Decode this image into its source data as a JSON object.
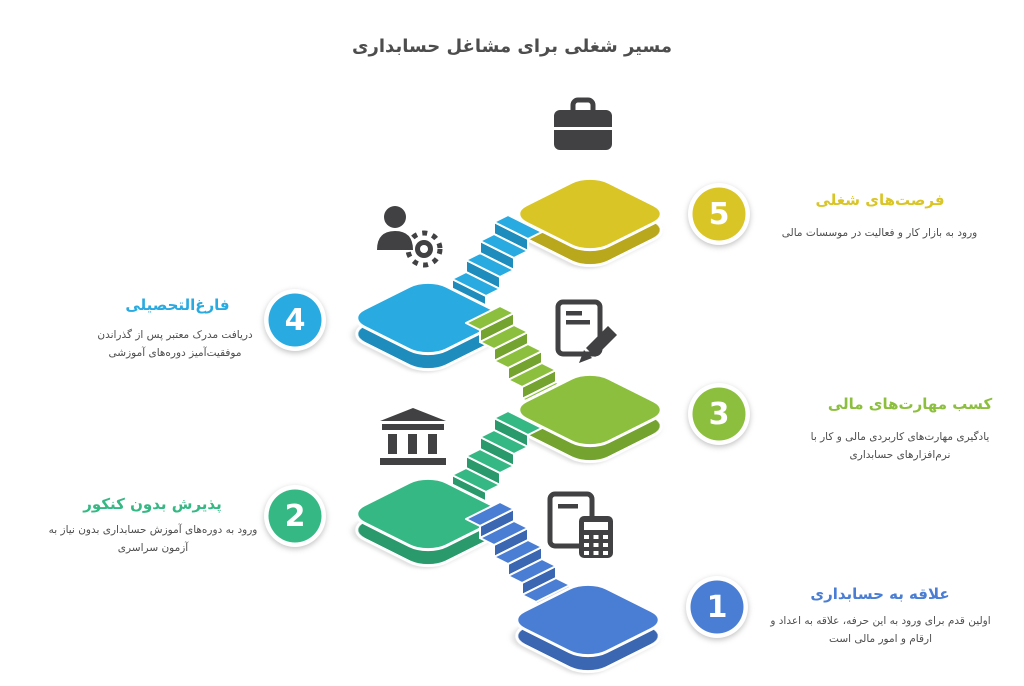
{
  "title": "مسیر شغلی برای مشاغل حسابداری",
  "icon_color": "#414042",
  "background_color": "#ffffff",
  "text_color": "#4d4d4d",
  "steps": [
    {
      "number": "1",
      "label": "علاقه به حسابداری",
      "description": "اولین قدم برای ورود به این حرفه، علاقه به اعداد و ارقام و امور مالی است",
      "color": "#4a7ed4",
      "shade": "#3a66b2",
      "icon": "book-calculator-icon"
    },
    {
      "number": "2",
      "label": "پذیرش بدون کنکور",
      "description": "ورود به دوره‌های آموزش حسابداری بدون نیاز به آزمون سراسری",
      "color": "#35b884",
      "shade": "#2a9a6d",
      "icon": "bank-building-icon"
    },
    {
      "number": "3",
      "label": "کسب مهارت‌های مالی",
      "description": "یادگیری مهارت‌های کاربردی مالی و کار با نرم‌افزارهای حسابداری",
      "color": "#8cbf3d",
      "shade": "#74a32f",
      "icon": "document-pencil-icon"
    },
    {
      "number": "4",
      "label": "فارغ‌التحصیلی",
      "description": "دریافت مدرک معتبر پس از گذراندن موفقیت‌آمیز دوره‌های آموزشی",
      "color": "#29aae1",
      "shade": "#1e8dbd",
      "icon": "person-gear-icon"
    },
    {
      "number": "5",
      "label": "فرصت‌های شغلی",
      "description": "ورود به بازار کار و فعالیت در موسسات مالی",
      "color": "#d9c526",
      "shade": "#b9a71c",
      "icon": "briefcase-icon"
    }
  ]
}
